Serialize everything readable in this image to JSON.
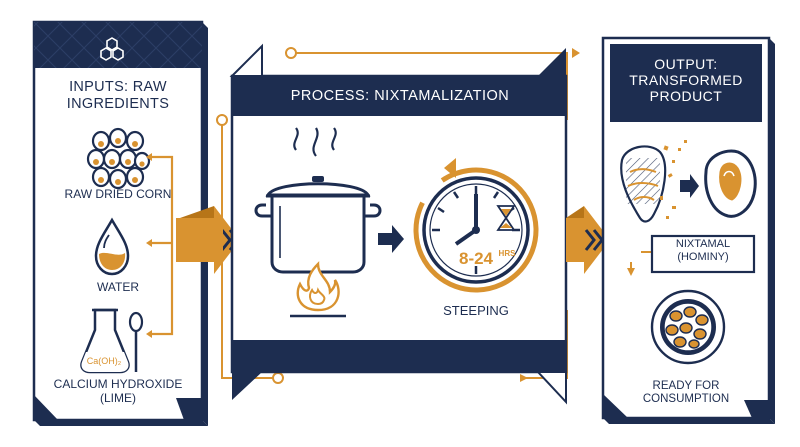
{
  "inputs": {
    "heading": "INPUTS: RAW\nINGREDIENTS",
    "items": [
      {
        "label": "RAW DRIED CORN",
        "icon": "corn-kernels-icon"
      },
      {
        "label": "WATER",
        "icon": "water-drop-icon"
      },
      {
        "label": "CALCIUM HYDROXIDE\n(LIME)",
        "icon": "lime-flask-icon",
        "formula": "Ca(OH)₂"
      }
    ]
  },
  "process": {
    "heading": "PROCESS: NIXTAMALIZATION",
    "duration": "8-24",
    "duration_unit": "HRS",
    "step_label": "STEEPING"
  },
  "output": {
    "heading": "OUTPUT:\nTRANSFORMED\nPRODUCT",
    "product_label": "NIXTAMAL\n(HOMINY)",
    "final_label": "READY FOR\nCONSUMPTION"
  },
  "colors": {
    "navy": "#1d2d50",
    "orange": "#d99330",
    "white": "#ffffff"
  }
}
